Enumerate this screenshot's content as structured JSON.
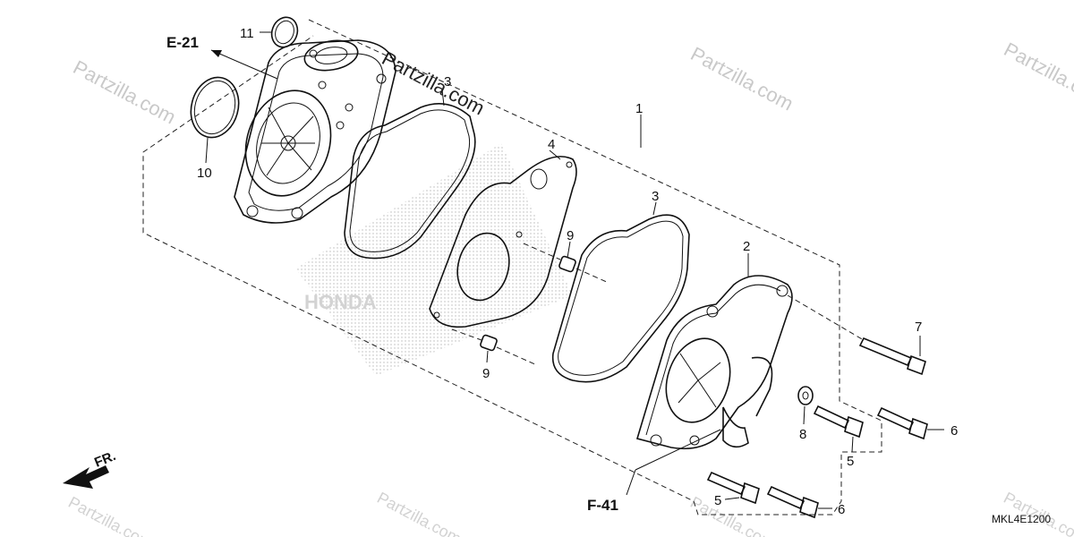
{
  "diagram": {
    "section_refs": {
      "upper": "E-21",
      "lower": "F-41"
    },
    "direction_label": "FR.",
    "drawing_code": "MKL4E1200",
    "watermark": "Partzilla.com",
    "brand_watermark": "HONDA",
    "callouts": {
      "c1": "1",
      "c2": "2",
      "c3a": "3",
      "c3b": "3",
      "c4": "4",
      "c5a": "5",
      "c5b": "5",
      "c6a": "6",
      "c6b": "6",
      "c7": "7",
      "c8": "8",
      "c9a": "9",
      "c9b": "9",
      "c10": "10",
      "c11": "11"
    }
  }
}
